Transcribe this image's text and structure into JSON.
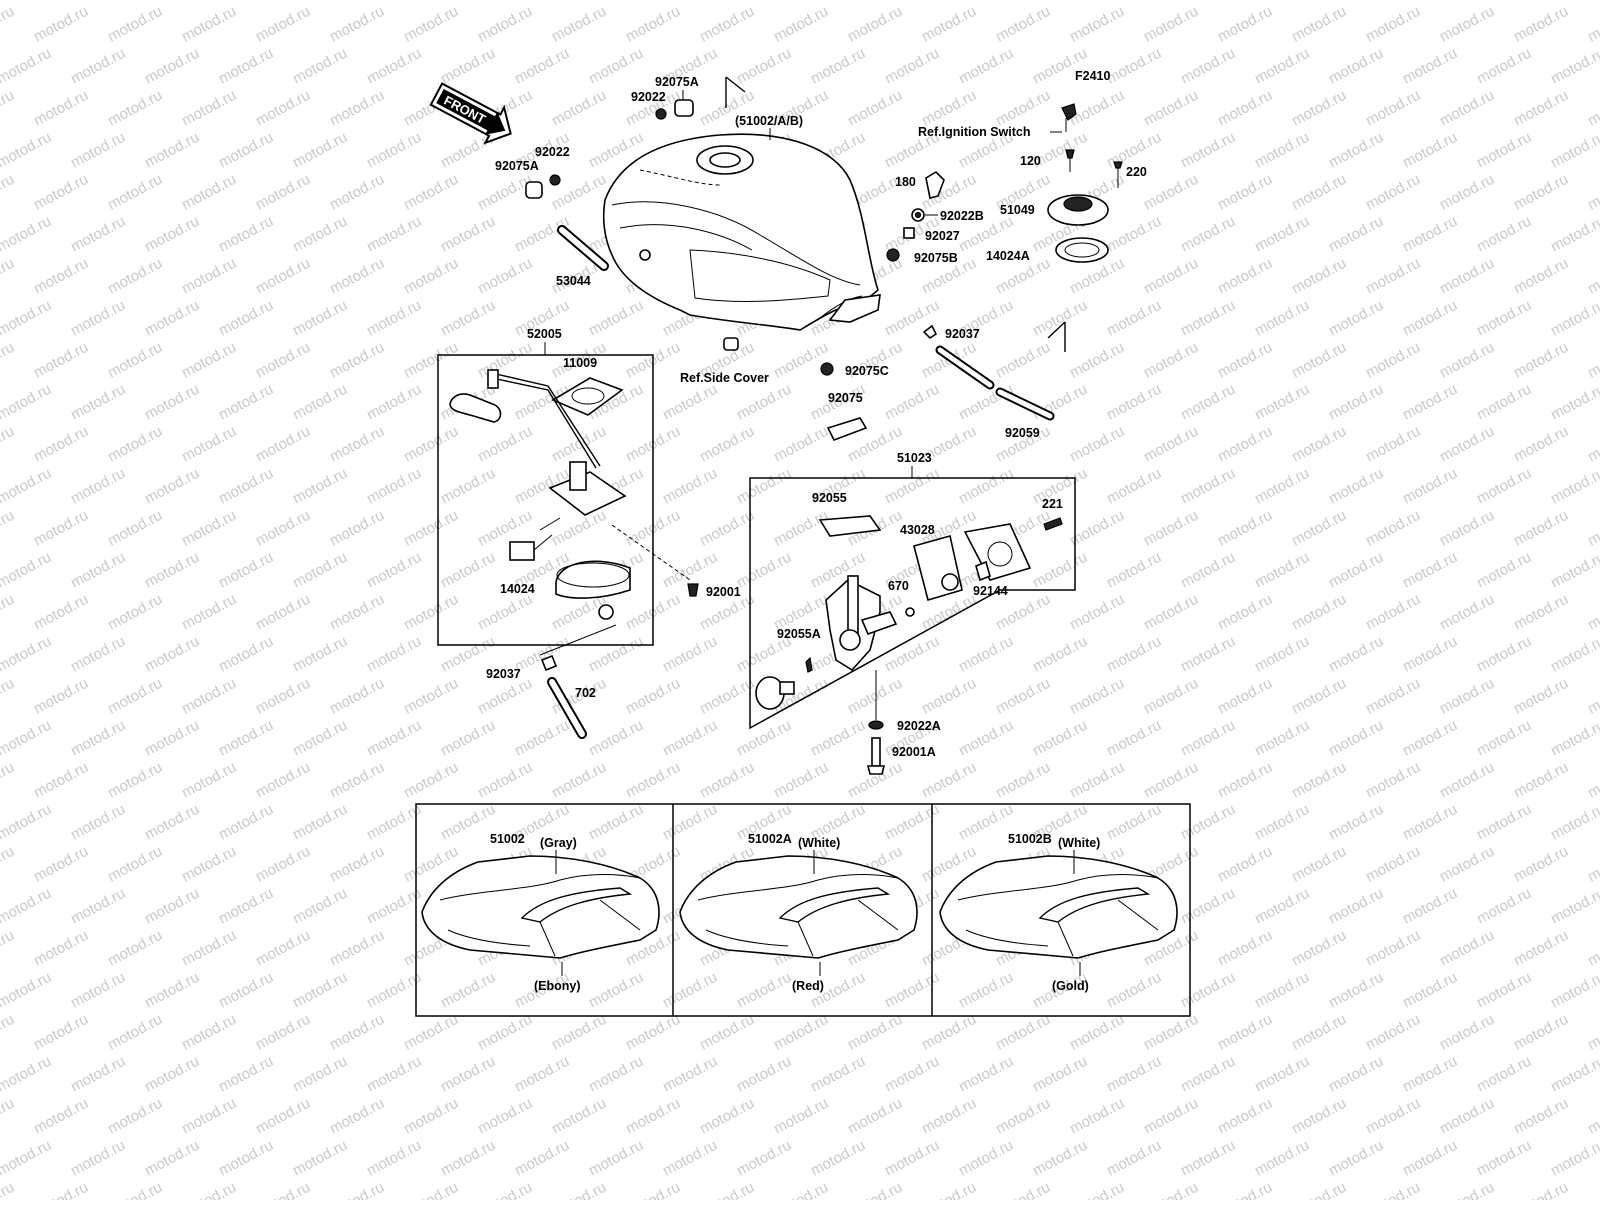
{
  "code": "F2410",
  "watermark": "motod.ru",
  "front_label": "FRONT",
  "labels": {
    "l92075A_top": "92075A",
    "l92022_top": "92022",
    "l51002AB": "(51002/A/B)",
    "l92022_left": "92022",
    "l92075A_left": "92075A",
    "l53044": "53044",
    "l180": "180",
    "l92022B": "92022B",
    "l92027": "92027",
    "l92075B": "92075B",
    "l92037_right": "92037",
    "l92075C": "92075C",
    "l92075": "92075",
    "l92059": "92059",
    "ref_side_cover": "Ref.Side Cover",
    "ref_ignition": "Ref.Ignition Switch",
    "l120": "120",
    "l220": "220",
    "l51049": "51049",
    "l14024A": "14024A",
    "l52005": "52005",
    "l11009": "11009",
    "l14024": "14024",
    "l92001": "92001",
    "l92037_left": "92037",
    "l702": "702",
    "l51023": "51023",
    "l92055": "92055",
    "l43028": "43028",
    "l221": "221",
    "l670": "670",
    "l92144": "92144",
    "l92055A": "92055A",
    "l92022A": "92022A",
    "l92001A": "92001A"
  },
  "variants": [
    {
      "part": "51002",
      "top_color": "(Gray)",
      "bottom_color": "(Ebony)"
    },
    {
      "part": "51002A",
      "top_color": "(White)",
      "bottom_color": "(Red)"
    },
    {
      "part": "51002B",
      "top_color": "(White)",
      "bottom_color": "(Gold)"
    }
  ]
}
